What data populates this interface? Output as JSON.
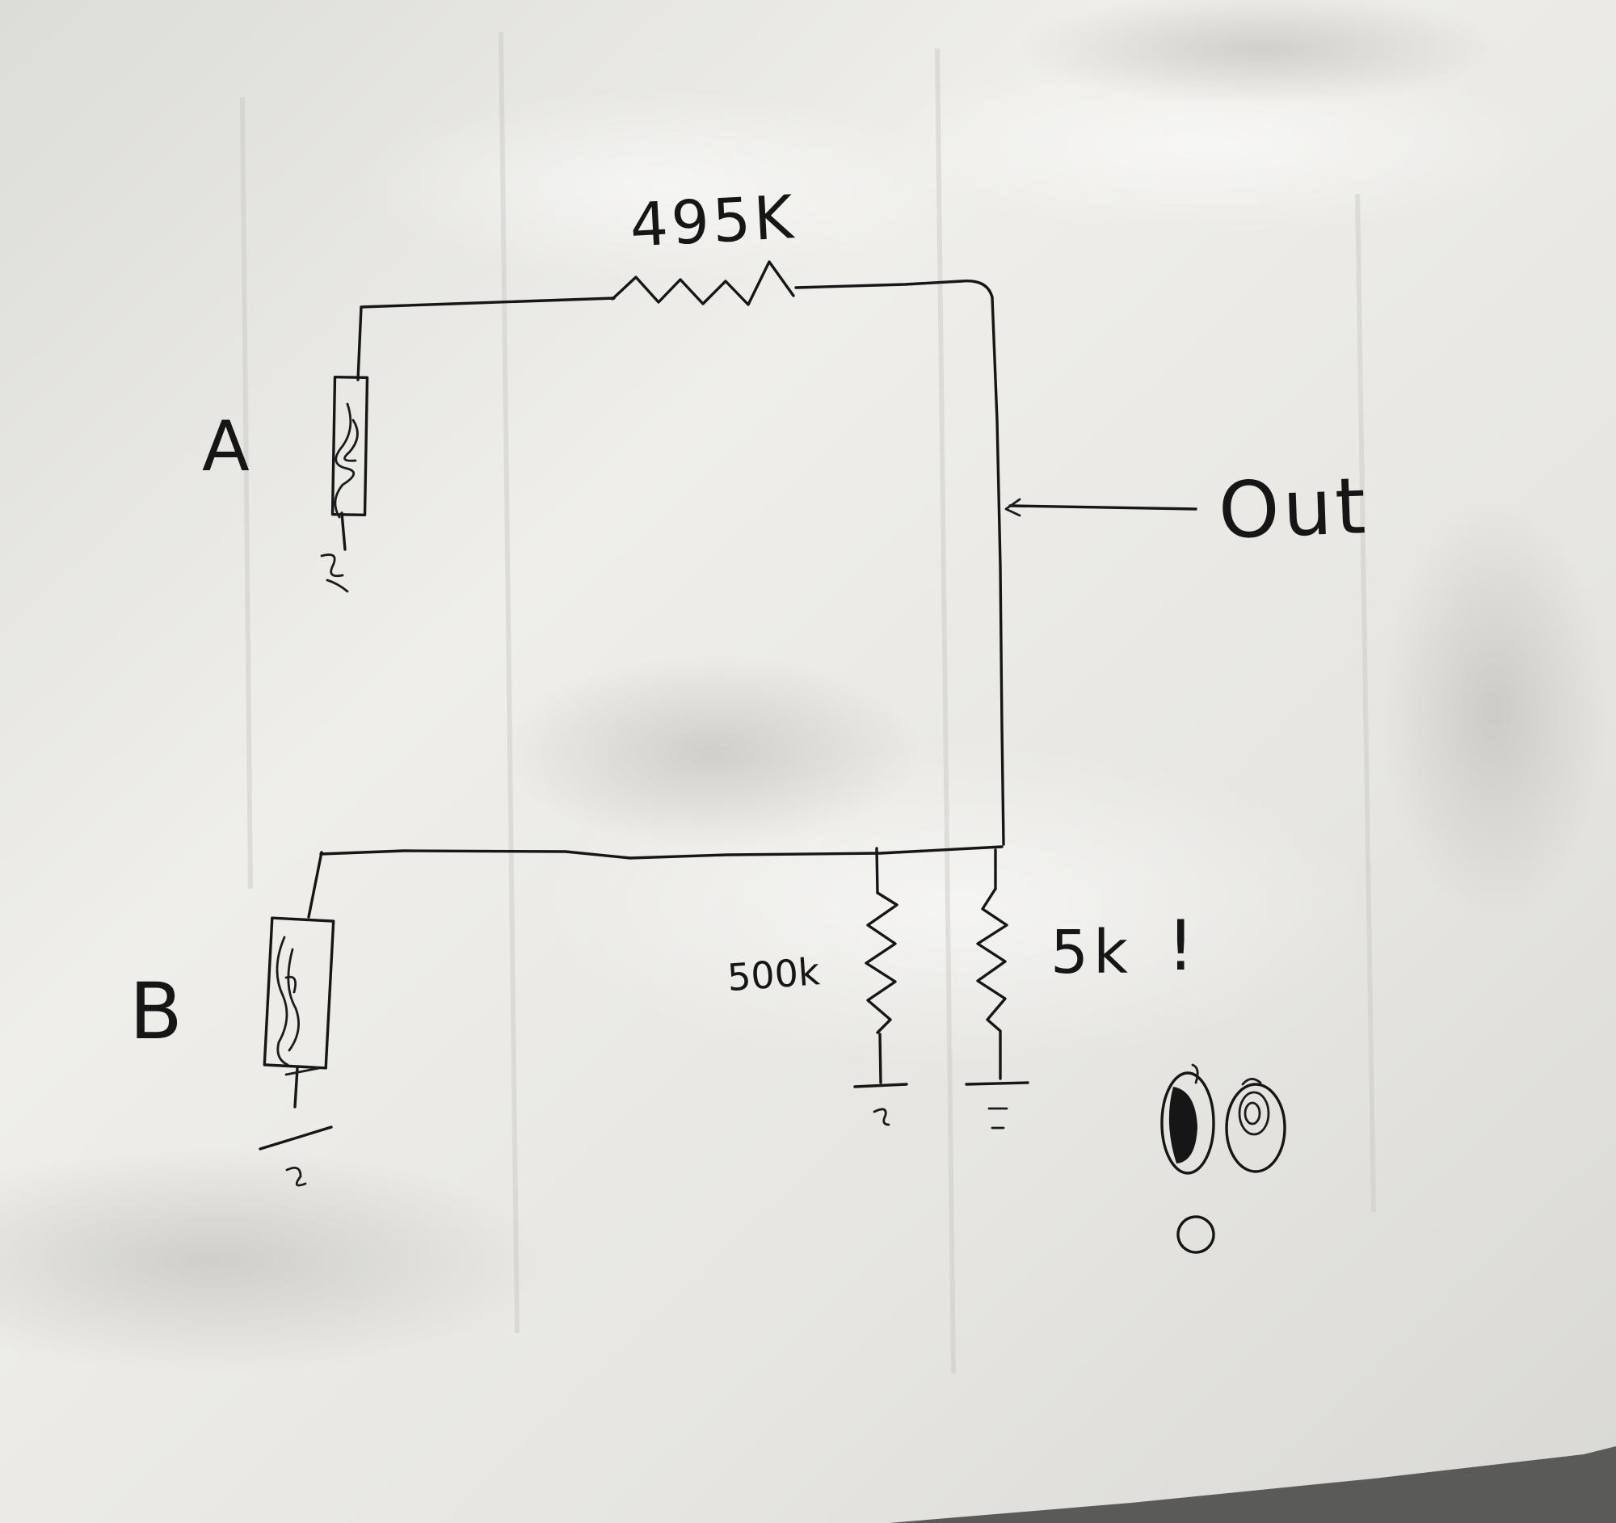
{
  "diagram": {
    "components": {
      "top_resistor": {
        "label": "495K"
      },
      "output": {
        "label": "Out"
      },
      "input_a": {
        "label": "A"
      },
      "input_b": {
        "label": "B"
      },
      "resistor_500k": {
        "label": "500k"
      },
      "resistor_5k": {
        "label": "5k"
      },
      "exclamation": {
        "label": "!"
      }
    },
    "doodle": {
      "description": "surprised face"
    },
    "colors": {
      "ink": "#161616",
      "paper": "#ecebe7",
      "background": "#5a5a58"
    }
  }
}
